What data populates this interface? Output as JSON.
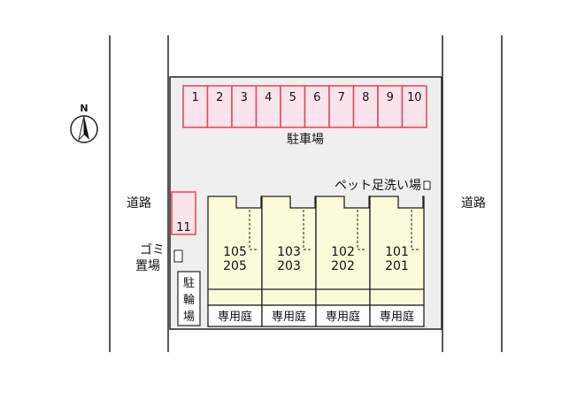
{
  "compass": {
    "north_label": "N"
  },
  "labels": {
    "road_left": "道路",
    "road_right": "道路",
    "parking_lot": "駐車場",
    "pet_wash": "ペット足洗い場",
    "garbage_line1": "ゴミ",
    "garbage_line2": "置場",
    "bicycle_line1": "駐",
    "bicycle_line2": "輪",
    "bicycle_line3": "場"
  },
  "parking_spaces": [
    "1",
    "2",
    "3",
    "4",
    "5",
    "6",
    "7",
    "8",
    "9",
    "10"
  ],
  "parking_space_extra": "11",
  "units": [
    {
      "upper": "105",
      "lower": "205",
      "garden": "専用庭"
    },
    {
      "upper": "103",
      "lower": "203",
      "garden": "専用庭"
    },
    {
      "upper": "102",
      "lower": "202",
      "garden": "専用庭"
    },
    {
      "upper": "101",
      "lower": "201",
      "garden": "専用庭"
    }
  ],
  "colors": {
    "lot": "#efefef",
    "parking_fill": "#fbe3ec",
    "parking_stroke": "#e0455f",
    "unit_fill": "#fbfbd9",
    "line": "#222222"
  }
}
